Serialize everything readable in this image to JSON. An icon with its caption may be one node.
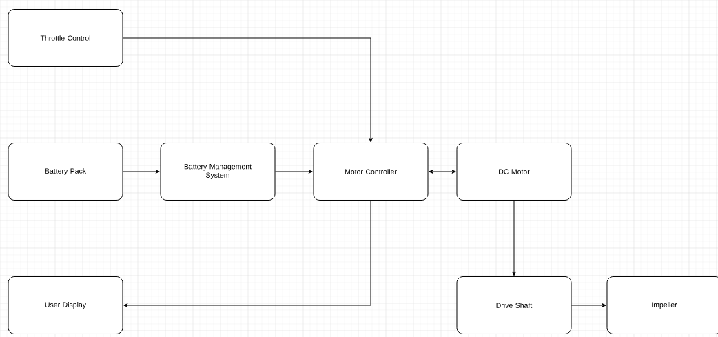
{
  "diagram": {
    "nodes": [
      {
        "text": [
          "Throttle Control"
        ]
      },
      {
        "text": [
          "Battery Pack"
        ]
      },
      {
        "text": [
          "Battery Management System"
        ]
      },
      {
        "text": [
          "Motor Controller"
        ]
      },
      {
        "text": [
          "DC Motor"
        ]
      },
      {
        "text": [
          "User Display"
        ]
      },
      {
        "text": [
          "Drive Shaft"
        ]
      },
      {
        "text": [
          "Impeller"
        ]
      }
    ],
    "edges": [
      {
        "from": 0,
        "to": 3,
        "arrow": "to"
      },
      {
        "from": 1,
        "to": 2,
        "arrow": "to"
      },
      {
        "from": 2,
        "to": 3,
        "arrow": "to"
      },
      {
        "from": 3,
        "to": 4,
        "arrow": "both"
      },
      {
        "from": 3,
        "to": 5,
        "arrow": "to"
      },
      {
        "from": 4,
        "to": 6,
        "arrow": "to"
      },
      {
        "from": 6,
        "to": 7,
        "arrow": "to"
      }
    ]
  }
}
